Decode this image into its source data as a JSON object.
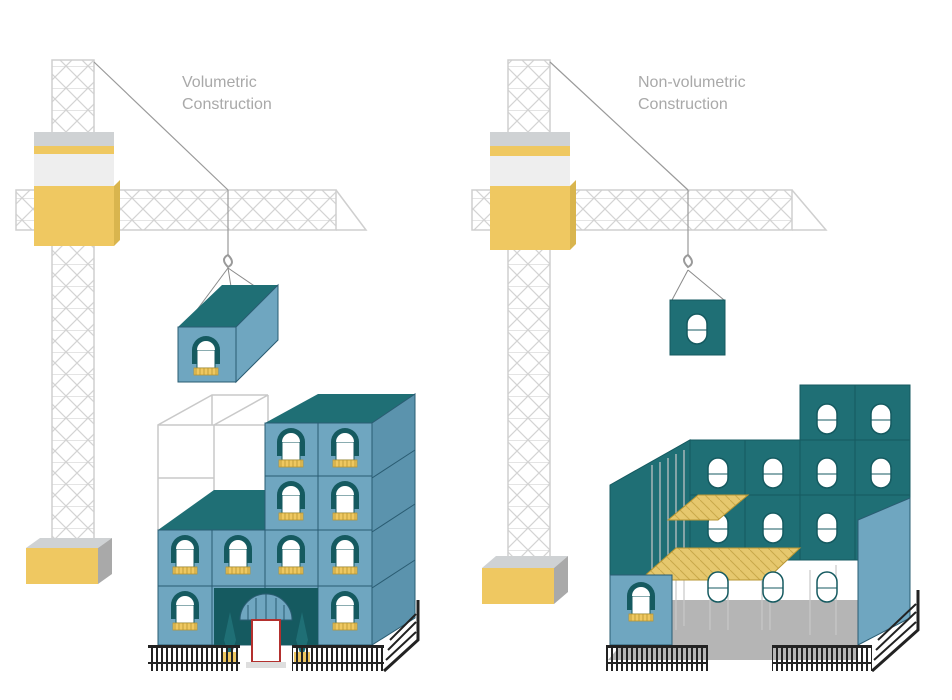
{
  "labels": {
    "left": {
      "line1": "Volumetric",
      "line2": "Construction"
    },
    "right": {
      "line1": "Non-volumetric",
      "line2": "Construction"
    }
  },
  "colors": {
    "teal": "#1f6f75",
    "teal_dark": "#155a60",
    "steel_blue": "#6fa6c0",
    "steel_blue_dark": "#5b93ad",
    "crane_yellow": "#efc861",
    "crane_grey": "#cfd2d4",
    "frame_grey": "#bdbdbd",
    "floor_grey": "#b5b5b5",
    "wood": "#e3c46a",
    "label_grey": "#a9a9a9"
  },
  "icons": [
    "crane-left-icon",
    "crane-right-icon",
    "hook-icon",
    "hoisted-module-icon",
    "hoisted-panel-icon",
    "modular-building-icon",
    "panel-building-icon",
    "fence-icon",
    "window-icon",
    "awning-icon"
  ]
}
